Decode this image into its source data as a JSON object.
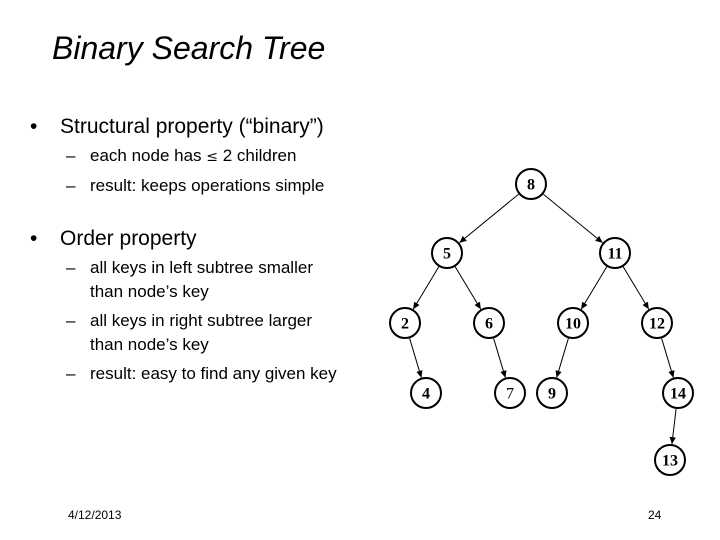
{
  "slide": {
    "title": "Binary Search Tree",
    "bullets": [
      {
        "marker": "•",
        "text": "Structural property (“binary”)",
        "subs": [
          {
            "marker": "–",
            "before": "each node has ",
            "symbol": "≤",
            "after": " 2 children"
          },
          {
            "marker": "–",
            "text": "result: keeps operations simple"
          }
        ]
      },
      {
        "marker": "•",
        "text": "Order property",
        "subs": [
          {
            "marker": "–",
            "text": "all keys in left subtree smaller\nthan node’s key"
          },
          {
            "marker": "–",
            "text": "all keys in right subtree larger\nthan node’s key"
          },
          {
            "marker": "–",
            "text": "result: easy to find any given key"
          }
        ]
      }
    ],
    "footer": {
      "date": "4/12/2013",
      "page": "24"
    }
  },
  "tree": {
    "nodes": [
      {
        "id": "n8",
        "label": "8"
      },
      {
        "id": "n5",
        "label": "5"
      },
      {
        "id": "n11",
        "label": "11"
      },
      {
        "id": "n2",
        "label": "2"
      },
      {
        "id": "n6",
        "label": "6"
      },
      {
        "id": "n10",
        "label": "10"
      },
      {
        "id": "n12",
        "label": "12"
      },
      {
        "id": "n4",
        "label": "4"
      },
      {
        "id": "n7",
        "label": "7"
      },
      {
        "id": "n9",
        "label": "9"
      },
      {
        "id": "n14",
        "label": "14"
      },
      {
        "id": "n13",
        "label": "13"
      }
    ],
    "edges": [
      [
        "n8",
        "n5"
      ],
      [
        "n8",
        "n11"
      ],
      [
        "n5",
        "n2"
      ],
      [
        "n5",
        "n6"
      ],
      [
        "n11",
        "n10"
      ],
      [
        "n11",
        "n12"
      ],
      [
        "n2",
        "n4"
      ],
      [
        "n6",
        "n7"
      ],
      [
        "n10",
        "n9"
      ],
      [
        "n12",
        "n14"
      ],
      [
        "n14",
        "n13"
      ]
    ]
  }
}
